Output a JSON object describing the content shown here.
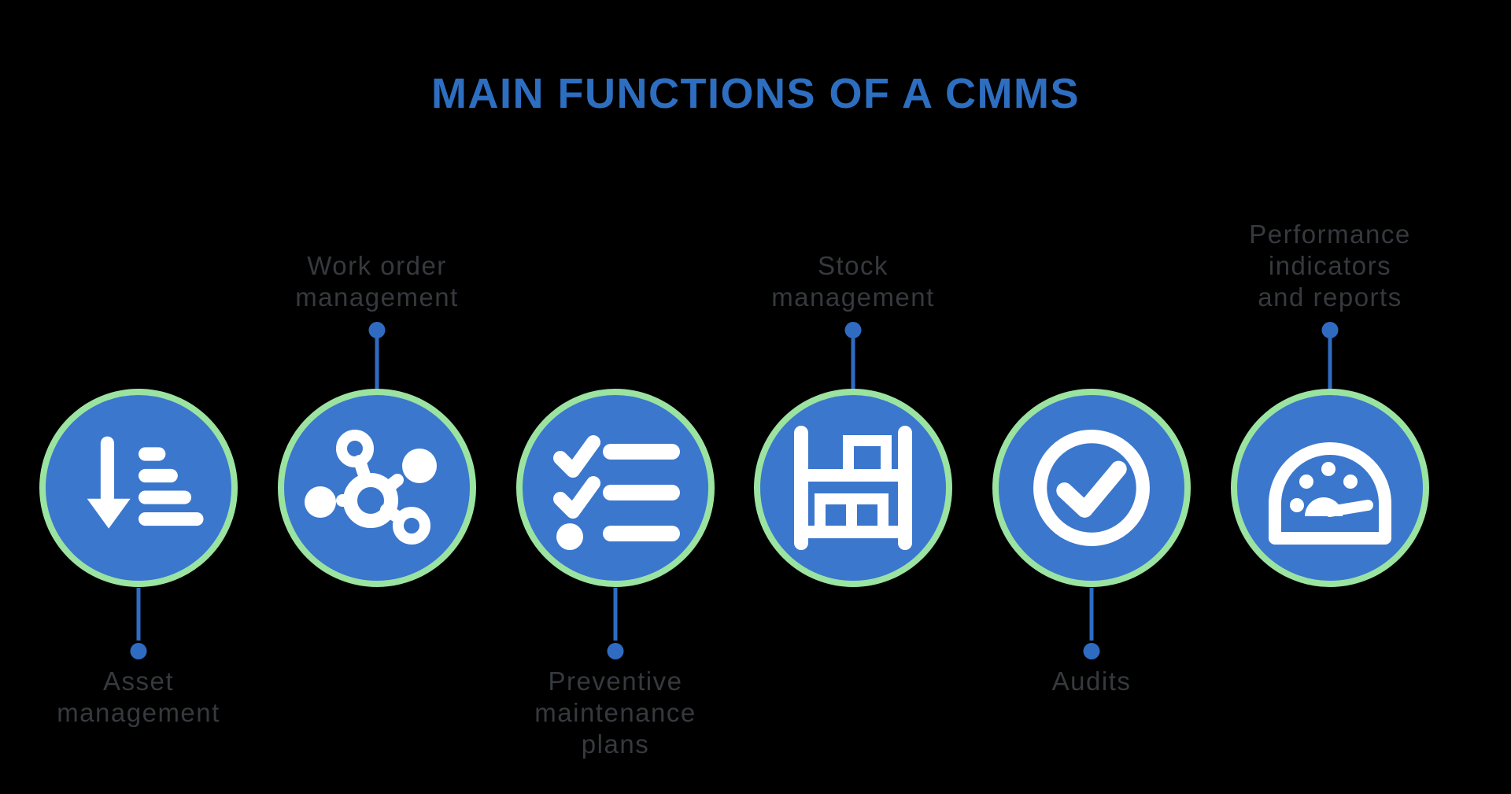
{
  "title": "MAIN FUNCTIONS OF A CMMS",
  "colors": {
    "background": "#000000",
    "title_blue": "#2d6ec0",
    "circle_fill": "#3b77cd",
    "circle_ring": "#9be3a1",
    "connector": "#2f6cc1",
    "label_gray": "#36393e",
    "icon_white": "#ffffff"
  },
  "items": [
    {
      "label": "Asset management",
      "lines": [
        "Asset",
        "management"
      ],
      "icon": "sort-descending-icon",
      "label_position": "below"
    },
    {
      "label": "Work order management",
      "lines": [
        "Work order",
        "management"
      ],
      "icon": "network-nodes-icon",
      "label_position": "above"
    },
    {
      "label": "Preventive maintenance plans",
      "lines": [
        "Preventive",
        "maintenance",
        "plans"
      ],
      "icon": "checklist-icon",
      "label_position": "below"
    },
    {
      "label": "Stock management",
      "lines": [
        "Stock",
        "management"
      ],
      "icon": "shelf-rack-icon",
      "label_position": "above"
    },
    {
      "label": "Audits",
      "lines": [
        "Audits"
      ],
      "icon": "check-circle-icon",
      "label_position": "below"
    },
    {
      "label": "Performance indicators and reports",
      "lines": [
        "Performance",
        "indicators",
        "and reports"
      ],
      "icon": "gauge-icon",
      "label_position": "above"
    }
  ]
}
